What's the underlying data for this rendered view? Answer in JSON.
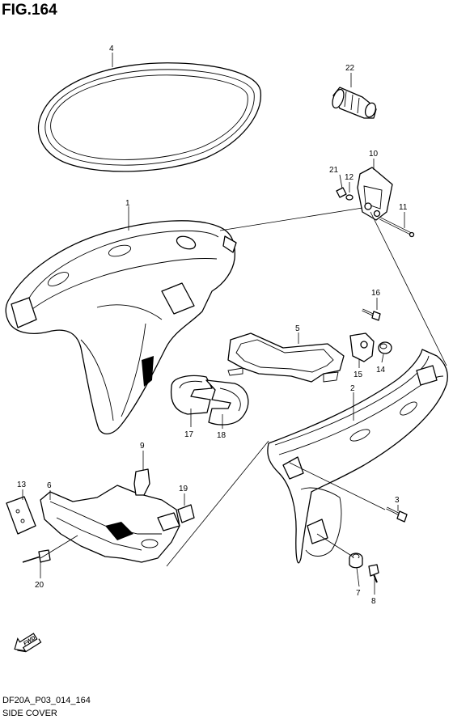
{
  "figure": {
    "title": "FIG.164",
    "code": "DF20A_P03_014_164",
    "name": "SIDE COVER",
    "direction_label": "FWD"
  },
  "callouts": [
    {
      "id": "c1",
      "label": "1"
    },
    {
      "id": "c2",
      "label": "2"
    },
    {
      "id": "c3",
      "label": "3"
    },
    {
      "id": "c4",
      "label": "4"
    },
    {
      "id": "c5",
      "label": "5"
    },
    {
      "id": "c6",
      "label": "6"
    },
    {
      "id": "c7",
      "label": "7"
    },
    {
      "id": "c8",
      "label": "8"
    },
    {
      "id": "c9",
      "label": "9"
    },
    {
      "id": "c10",
      "label": "10"
    },
    {
      "id": "c11",
      "label": "11"
    },
    {
      "id": "c12",
      "label": "12"
    },
    {
      "id": "c13",
      "label": "13"
    },
    {
      "id": "c14",
      "label": "14"
    },
    {
      "id": "c15",
      "label": "15"
    },
    {
      "id": "c16",
      "label": "16"
    },
    {
      "id": "c17",
      "label": "17"
    },
    {
      "id": "c18",
      "label": "18"
    },
    {
      "id": "c19",
      "label": "19"
    },
    {
      "id": "c20",
      "label": "20"
    },
    {
      "id": "c21",
      "label": "21"
    },
    {
      "id": "c22",
      "label": "22"
    }
  ]
}
